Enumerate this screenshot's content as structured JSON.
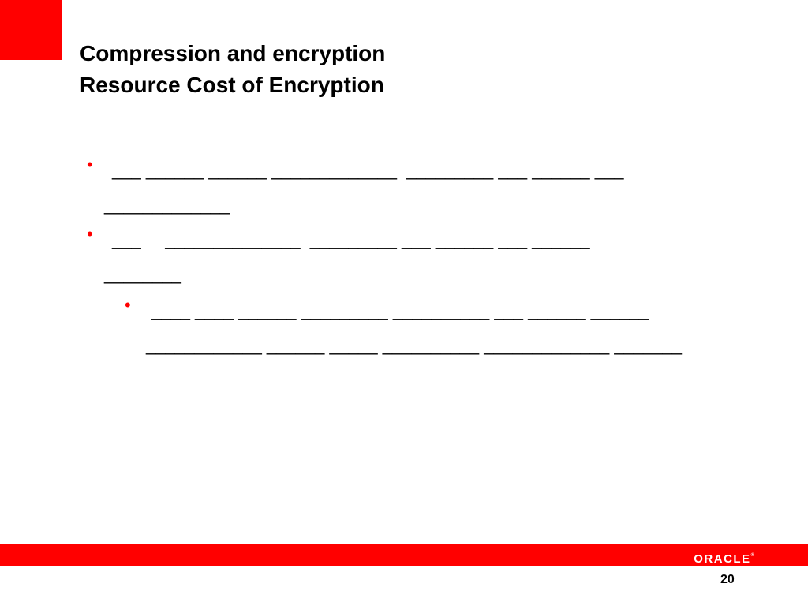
{
  "colors": {
    "accent": "#ff0000",
    "text": "#000000",
    "background": "#ffffff"
  },
  "title": {
    "line1": "Compression and encryption",
    "line2": "Resource Cost of Encryption"
  },
  "bullets": {
    "b1_line1": "___ ______ ______ _____________  _________ ___ ______ ___",
    "b1_line2": "_____________",
    "b2_line1": "___     ______________  _________ ___ ______ ___ ______",
    "b2_line2": "________",
    "b3_line1": "____ ____ ______ _________ __________ ___ ______ ______",
    "b3_line2": "____________ ______ _____ __________ _____________ _______"
  },
  "footer": {
    "logo_text": "ORACLE",
    "logo_mark": "®",
    "page_number": "20"
  }
}
